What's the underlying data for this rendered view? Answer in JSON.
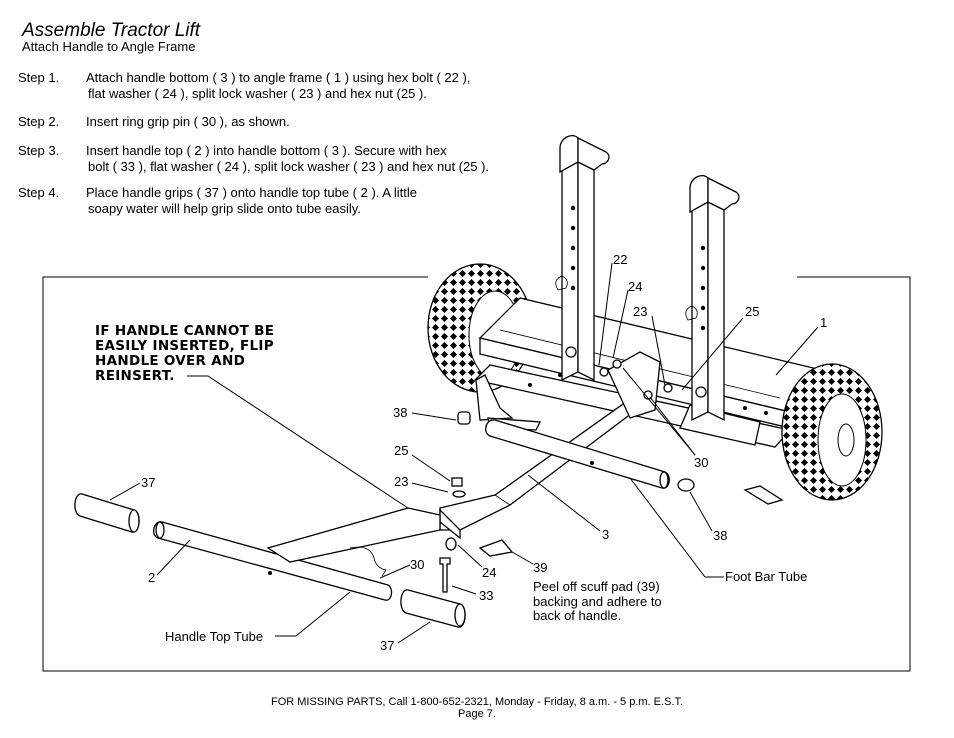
{
  "header": {
    "title": "Assemble Tractor Lift",
    "subtitle": "Attach Handle to Angle Frame"
  },
  "steps": [
    {
      "label": "Step 1.",
      "line1": "Attach handle bottom ( 3 ) to angle frame ( 1 ) using hex bolt ( 22 ),",
      "line2": "flat washer ( 24 ), split lock washer ( 23 ) and hex nut (25 )."
    },
    {
      "label": "Step 2.",
      "line1": "Insert ring grip pin ( 30 ), as shown.",
      "line2": ""
    },
    {
      "label": "Step 3.",
      "line1": "Insert handle top ( 2 ) into handle bottom ( 3 ).  Secure with hex",
      "line2": "bolt ( 33 ), flat washer ( 24 ), split lock washer ( 23 ) and hex nut (25 )."
    },
    {
      "label": "Step 4.",
      "line1": "Place handle grips ( 37 ) onto handle top tube ( 2 ). A little",
      "line2": "soapy water will help grip slide onto tube easily."
    }
  ],
  "diagram": {
    "warning": [
      "IF HANDLE CANNOT BE",
      "EASILY INSERTED, FLIP",
      "HANDLE OVER AND",
      "REINSERT."
    ],
    "callouts": {
      "c22": "22",
      "c24a": "24",
      "c23a": "23",
      "c25a": "25",
      "c1": "1",
      "c38a": "38",
      "c25b": "25",
      "c23b": "23",
      "c30a": "30",
      "c37a": "37",
      "c3": "3",
      "c38b": "38",
      "c2": "2",
      "c30b": "30",
      "c24b": "24",
      "c39": "39",
      "c33": "33",
      "c37b": "37"
    },
    "labels": {
      "foot_bar_tube": "Foot Bar Tube",
      "handle_top_tube": "Handle Top Tube",
      "scuff_note": [
        "Peel off scuff pad (39)",
        "backing and adhere to",
        "back of handle."
      ]
    }
  },
  "footer": {
    "contact": "FOR MISSING PARTS, Call 1-800-652-2321, Monday - Friday, 8 a.m. - 5 p.m. E.S.T.",
    "page": "Page 7."
  }
}
